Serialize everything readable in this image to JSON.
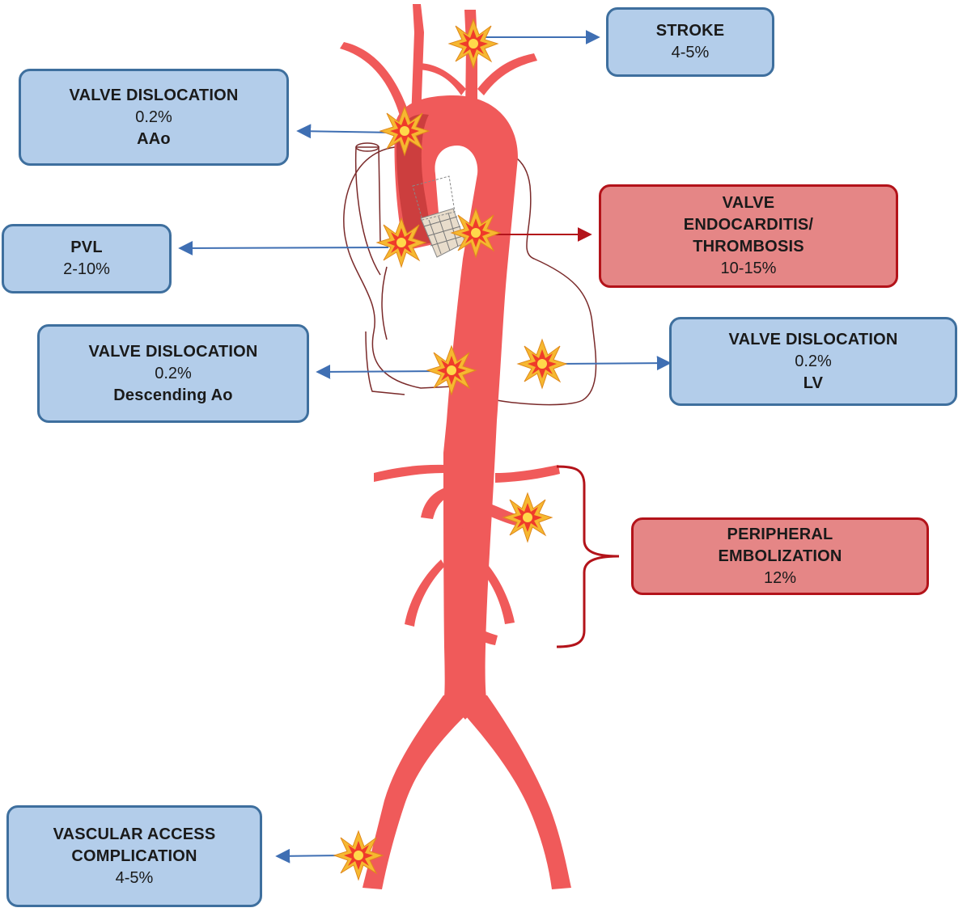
{
  "colors": {
    "artery": "#f05a5a",
    "artery_dark": "#cc3e3e",
    "heart_outline": "#7a2a2a",
    "blue_box": "#b3cdea",
    "blue_border": "#3e6f9e",
    "red_box": "#e58686",
    "red_border": "#b3131a",
    "blue_arrow": "#3f6fb3",
    "red_arrow": "#b3131a",
    "burst_outer": "#f6b830",
    "burst_inner": "#ef3b2a",
    "burst_core": "#ffd94a"
  },
  "icons": {
    "complication_marker": "explosion-burst-icon"
  },
  "boxes": {
    "stroke": {
      "title": "STROKE",
      "rate": "4-5%"
    },
    "dislocation_aao": {
      "title": "VALVE DISLOCATION",
      "rate": "0.2%",
      "site": "AAo"
    },
    "pvl": {
      "title": "PVL",
      "rate": "2-10%"
    },
    "endocarditis": {
      "title_line1": "VALVE",
      "title_line2": "ENDOCARDITIS/",
      "title_line3": "THROMBOSIS",
      "rate": "10-15%"
    },
    "dislocation_desc": {
      "title": "VALVE DISLOCATION",
      "rate": "0.2%",
      "site": "Descending Ao"
    },
    "dislocation_lv": {
      "title": "VALVE DISLOCATION",
      "rate": "0.2%",
      "site": "LV"
    },
    "embolization": {
      "title_line1": "PERIPHERAL",
      "title_line2": "EMBOLIZATION",
      "rate": "12%"
    },
    "vascular": {
      "title_line1": "VASCULAR ACCESS",
      "title_line2": "COMPLICATION",
      "rate": "4-5%"
    }
  }
}
